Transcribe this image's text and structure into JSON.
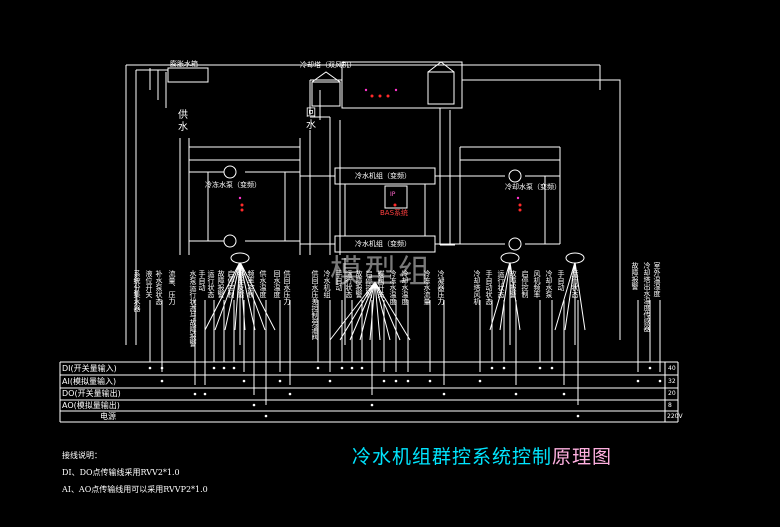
{
  "labels": {
    "tank": "膨胀水箱",
    "cooling_tower": "冷却塔（双风机）",
    "supply": "供水",
    "return": "回水",
    "chw_pump": "冷冻水泵（变频）",
    "chiller1": "冷水机组（变频）",
    "chiller2": "冷水机组（变频）",
    "cw_pump": "冷却水泵（变频）",
    "bas": "BAS系统",
    "watermark": "模型组",
    "ip": "IP"
  },
  "rows": {
    "di": "DI(开关量输入)",
    "ai": "AI(模拟量输入)",
    "do": "DO(开关量输出)",
    "ao": "AO(模拟量输出)",
    "power": "电源"
  },
  "row_counts": {
    "di": "40",
    "ai": "32",
    "do": "20",
    "ao": "8",
    "power": "220V"
  },
  "vlabels": [
    "系统分集水器",
    "液位开关",
    "补水泵状态",
    "流量、压力",
    "水泵运行状态与故障报警",
    "手自动",
    "运行状态",
    "故障报警",
    "启停控制",
    "频率反馈",
    "频率控制",
    "供水温度",
    "回水温度",
    "供回水压力",
    "供回水压差控制旁通阀",
    "冷水机组",
    "手自动",
    "运行状态",
    "故障报警",
    "启停控制",
    "蝶阀开关",
    "冷冻水温度",
    "冷却水温度",
    "冷冻水流量",
    "冷凝器压力",
    "冷却塔风机",
    "手自动状态",
    "运行状态",
    "故障报警",
    "启停控制",
    "风机频率",
    "冷却水泵",
    "手自动",
    "运行状态",
    "故障报警",
    "冷却塔出水温度传感器",
    "室外温湿度"
  ],
  "title": {
    "main": "冷水机组群控系统控制",
    "tail": "原理图"
  },
  "notes": {
    "heading": "接线说明：",
    "line1": "DI、DO点传输线采用RVV2*1.0",
    "line2": "AI、AO点传输线用可以采用RVVP2*1.0"
  },
  "colors": {
    "pipe": "#ffffff",
    "dot_red": "#ff2a2a",
    "dot_magenta": "#ff33cc",
    "title": "#00e5ff"
  }
}
